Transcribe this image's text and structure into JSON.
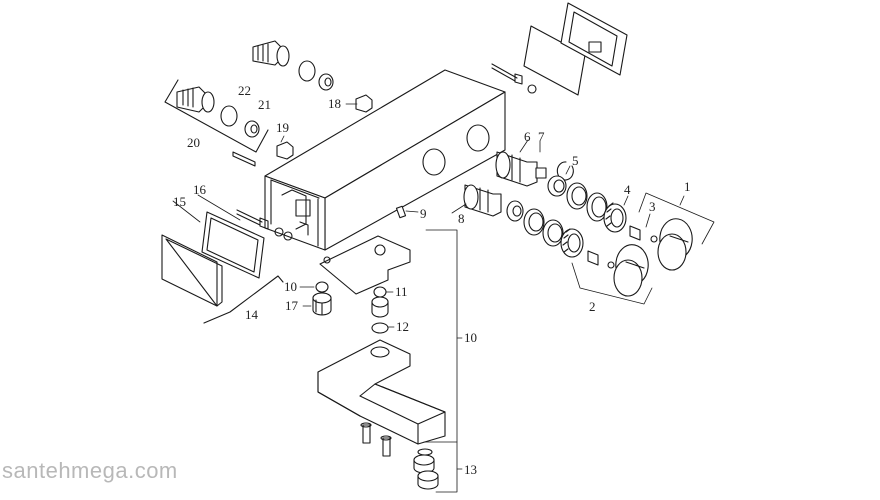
{
  "labels": {
    "l1": "1",
    "l2": "2",
    "l3": "3",
    "l4": "4",
    "l5": "5",
    "l6": "6",
    "l7": "7",
    "l8": "8",
    "l9": "9",
    "l10a": "10",
    "l10b": "10",
    "l11": "11",
    "l12": "12",
    "l13": "13",
    "l14": "14",
    "l15": "15",
    "l16": "16",
    "l17": "17",
    "l18": "18",
    "l19": "19",
    "l20": "20",
    "l21": "21",
    "l22": "22"
  },
  "watermark": "santehmega.com"
}
